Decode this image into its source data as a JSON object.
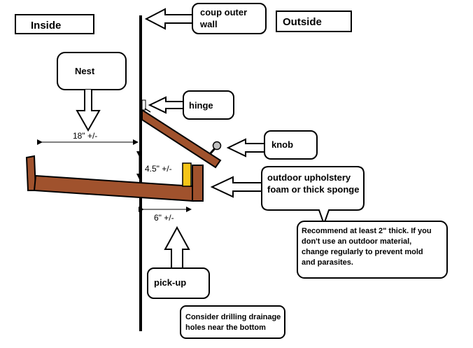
{
  "labels": {
    "inside": "Inside",
    "outside": "Outside",
    "coup_wall": [
      "coup outer",
      "wall"
    ],
    "nest": "Nest",
    "hinge": "hinge",
    "knob": "knob",
    "foam": [
      "outdoor upholstery",
      "foam or thick sponge"
    ],
    "recommend": [
      "Recommend at least 2\" thick.  If you",
      "don't use an outdoor material,",
      "change regularly to prevent mold",
      "and parasites."
    ],
    "pickup": "pick-up",
    "drainage": [
      "Consider drilling drainage",
      "holes near the bottom"
    ]
  },
  "dimensions": {
    "depth": "18\" +/-",
    "gap": "4.5\" +/-",
    "overhang": "6\" +/-"
  },
  "colors": {
    "wood": "#a0522d",
    "foam": "#f5c518",
    "knob": "#c0c0c0",
    "ink": "#000000"
  }
}
